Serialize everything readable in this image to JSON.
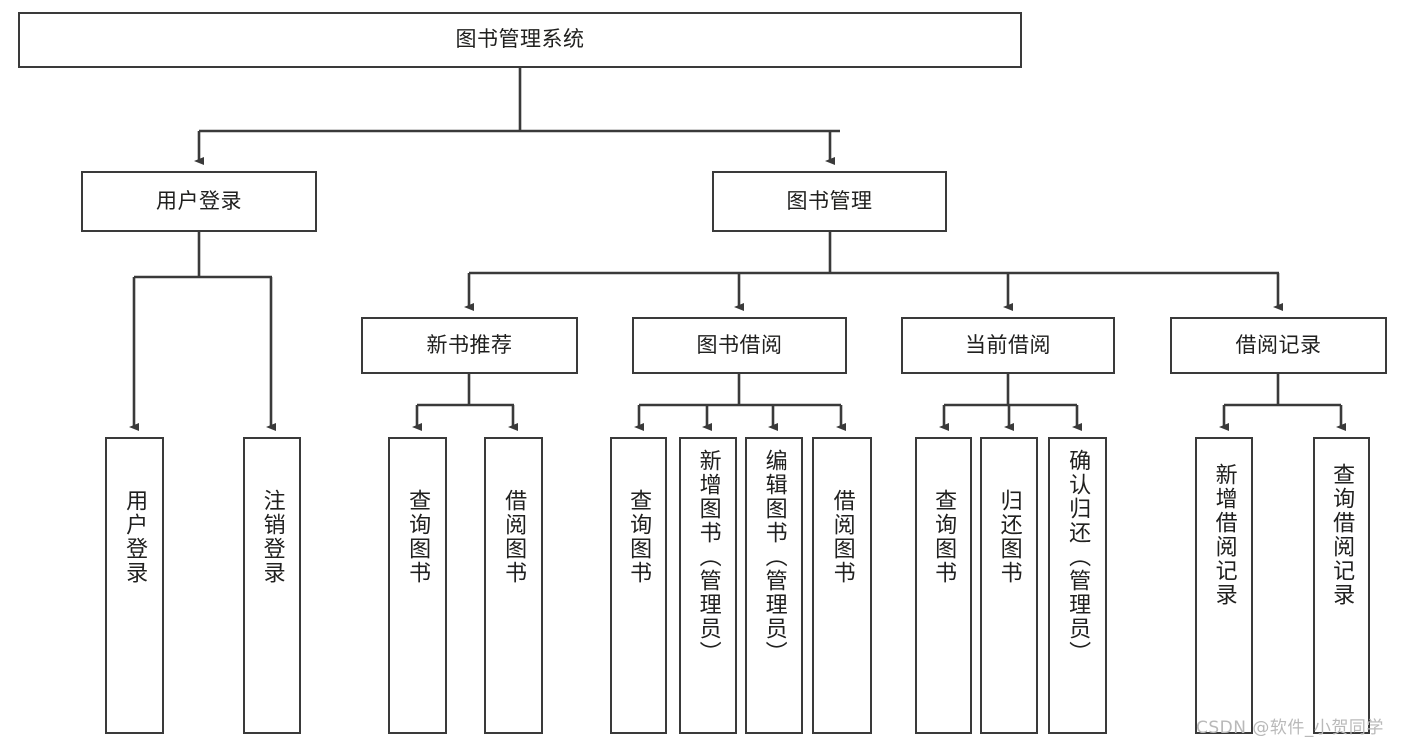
{
  "diagram": {
    "type": "tree-hierarchy",
    "title": "图书管理系统",
    "orientation": "top-down",
    "colors": {
      "background": "#ffffff",
      "box_border": "#3a3a3a",
      "connector": "#3a3a3a",
      "text": "#20201f",
      "watermark": "#b9b9b9"
    },
    "root": {
      "label": "图书管理系统"
    },
    "level2": [
      {
        "id": "user-login",
        "label": "用户登录"
      },
      {
        "id": "book-management",
        "label": "图书管理"
      }
    ],
    "level3": [
      {
        "id": "new-book-recommend",
        "label": "新书推荐",
        "parent": "book-management"
      },
      {
        "id": "book-borrow",
        "label": "图书借阅",
        "parent": "book-management"
      },
      {
        "id": "current-borrow",
        "label": "当前借阅",
        "parent": "book-management"
      },
      {
        "id": "borrow-record",
        "label": "借阅记录",
        "parent": "book-management"
      }
    ],
    "leaves": {
      "user-login": [
        {
          "id": "leaf-user-login",
          "label": "用户登录"
        },
        {
          "id": "leaf-user-logout",
          "label": "注销登录"
        }
      ],
      "new-book-recommend": [
        {
          "id": "leaf-query-book-1",
          "label": "查询图书"
        },
        {
          "id": "leaf-borrow-book-1",
          "label": "借阅图书"
        }
      ],
      "book-borrow": [
        {
          "id": "leaf-query-book-2",
          "label": "查询图书"
        },
        {
          "id": "leaf-add-book",
          "label": "新增图书（管理员）"
        },
        {
          "id": "leaf-edit-book",
          "label": "编辑图书（管理员）"
        },
        {
          "id": "leaf-borrow-book-2",
          "label": "借阅图书"
        }
      ],
      "current-borrow": [
        {
          "id": "leaf-query-book-3",
          "label": "查询图书"
        },
        {
          "id": "leaf-return-book",
          "label": "归还图书"
        },
        {
          "id": "leaf-confirm-return",
          "label": "确认归还（管理员）"
        }
      ],
      "borrow-record": [
        {
          "id": "leaf-add-record",
          "label": "新增借阅记录"
        },
        {
          "id": "leaf-query-record",
          "label": "查询借阅记录"
        }
      ]
    },
    "watermark": "CSDN @软件_小贺同学"
  }
}
